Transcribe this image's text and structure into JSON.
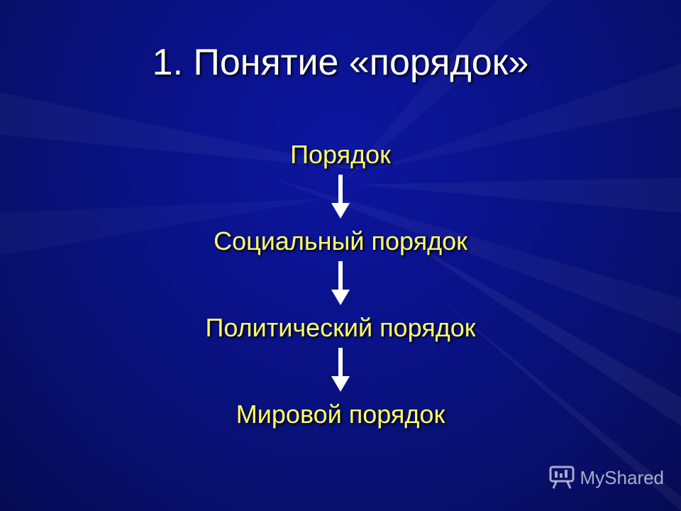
{
  "slide": {
    "title": "1. Понятие «порядок»",
    "nodes": [
      "Порядок",
      "Социальный порядок",
      "Политический порядок",
      "Мировой порядок"
    ]
  },
  "watermark": {
    "text": "MyShared",
    "icon": "presentation-board-icon"
  },
  "colors": {
    "background": "#0a128a",
    "title": "#ffffff",
    "node_text": "#ffff66",
    "arrow": "#ffffff"
  }
}
